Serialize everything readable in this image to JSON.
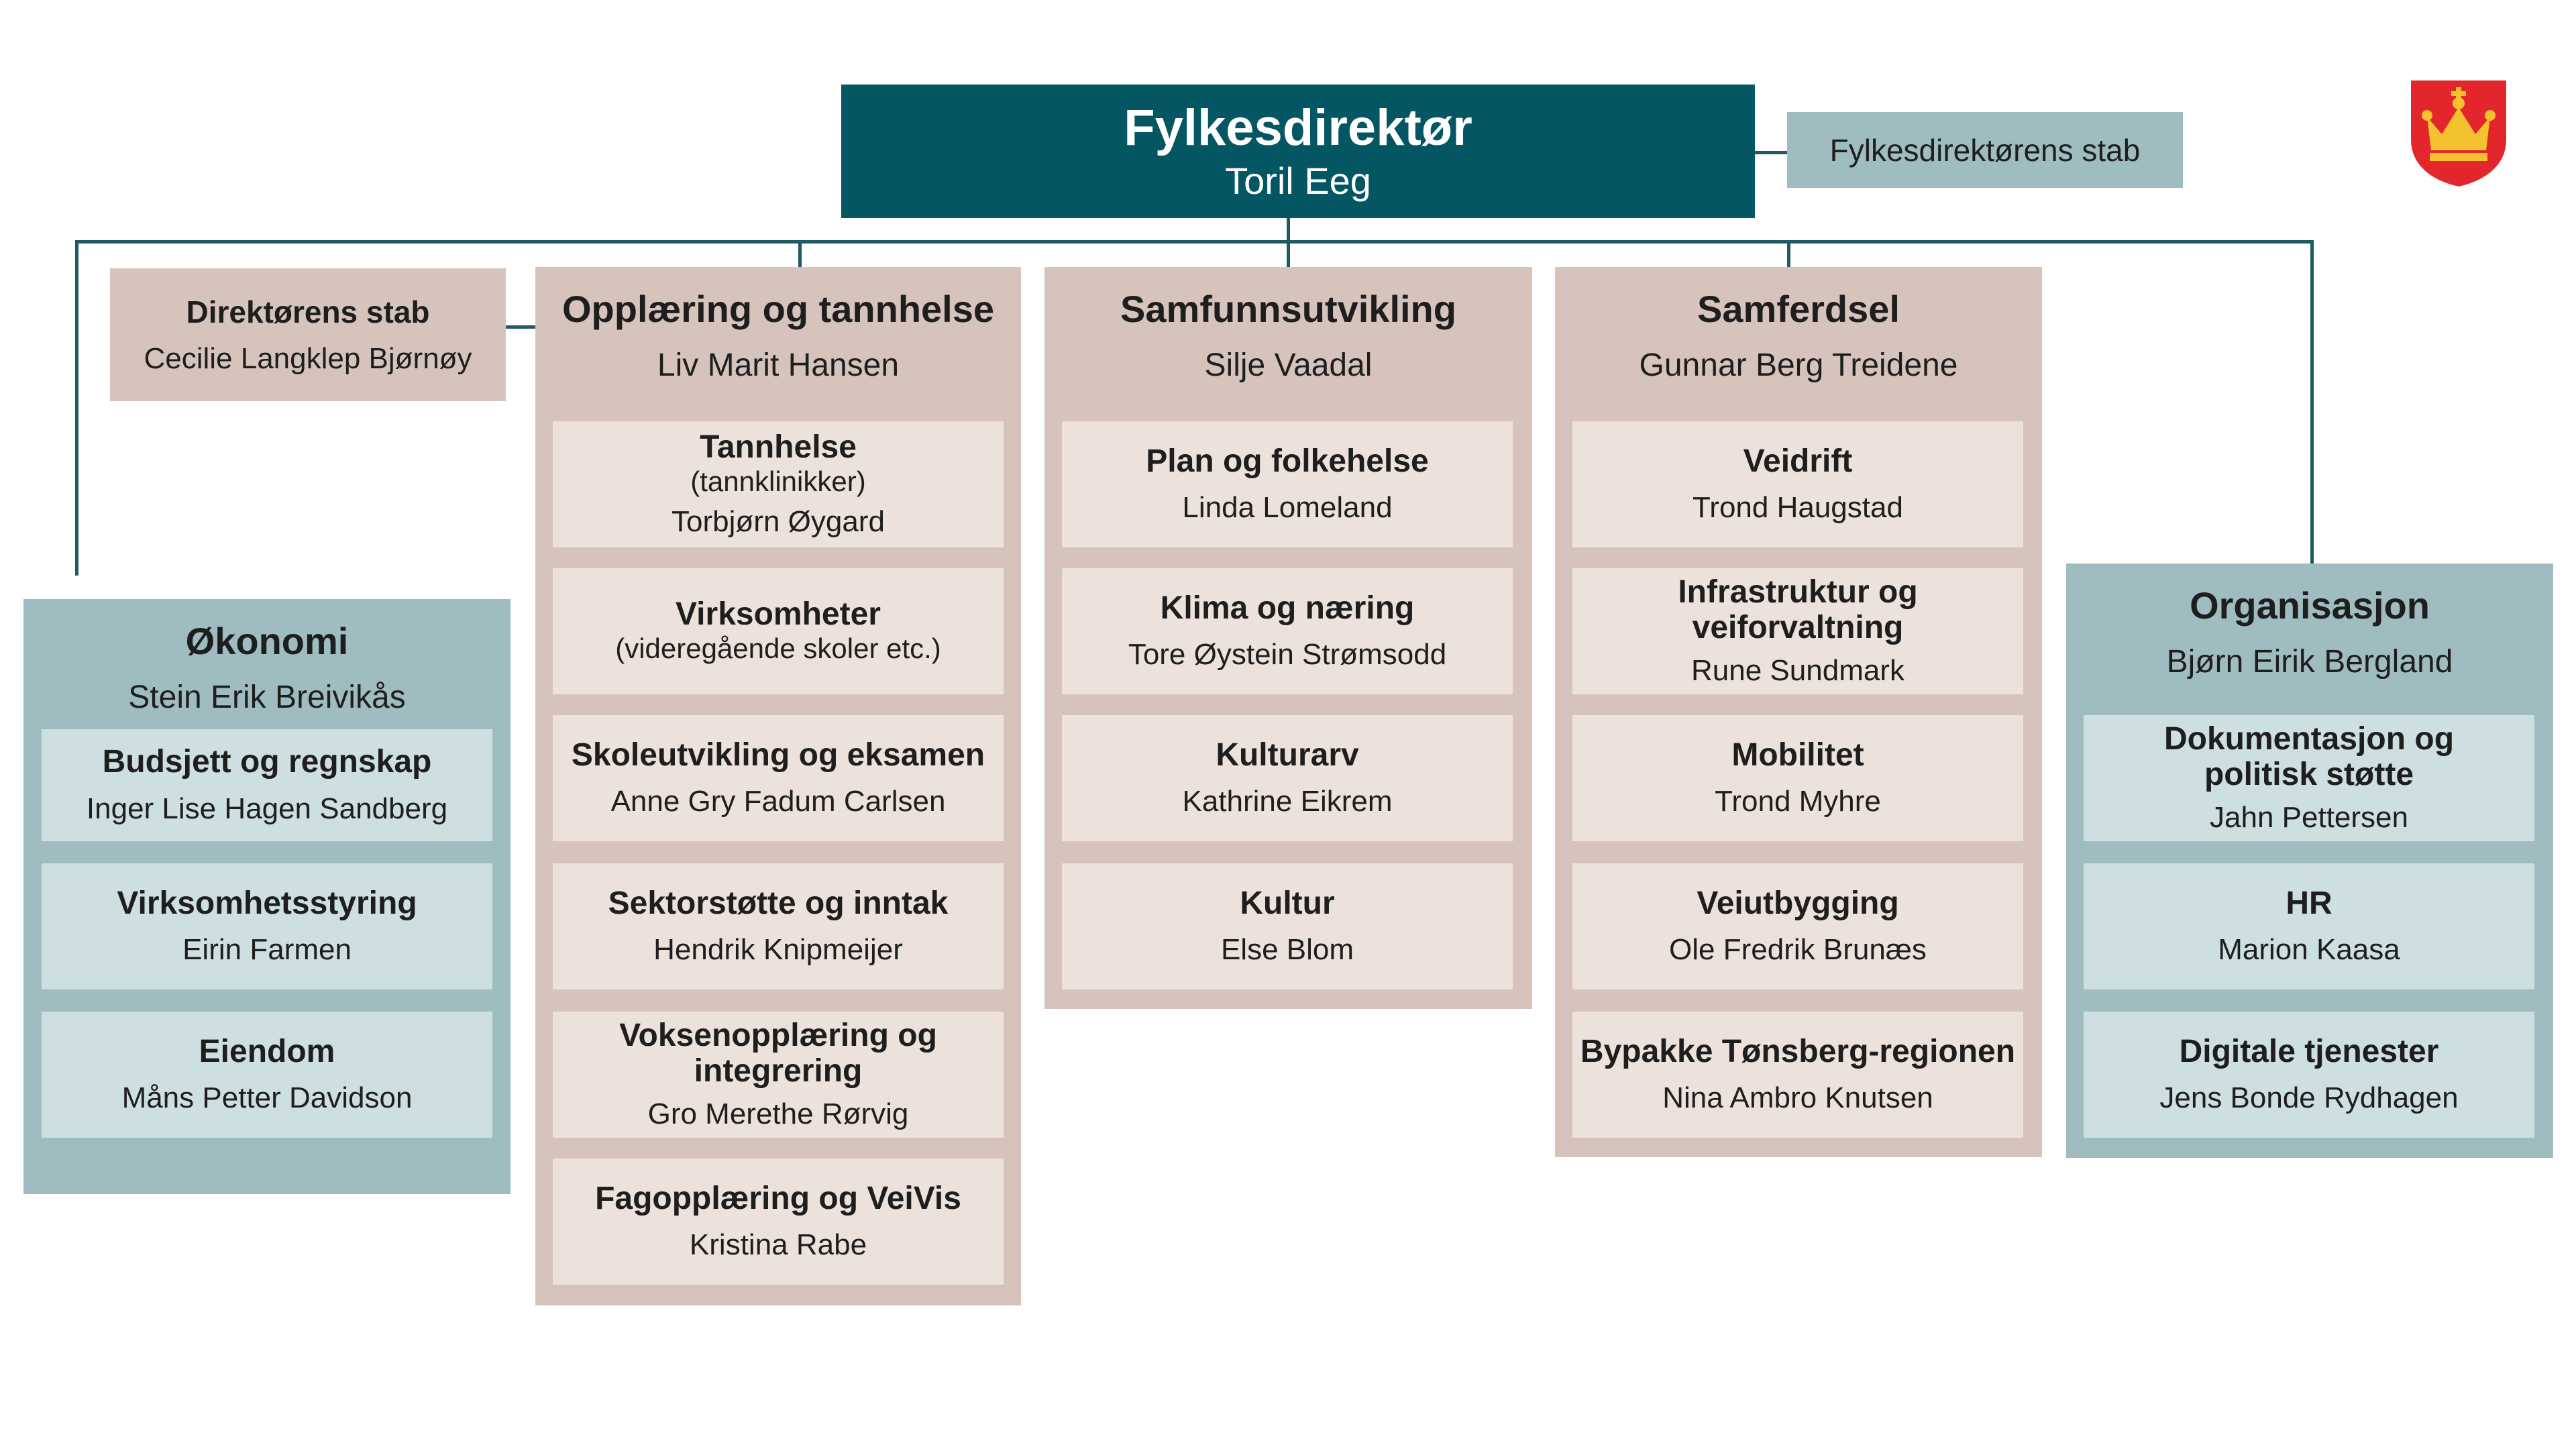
{
  "top": {
    "title": "Fylkesdirektør",
    "name": "Toril Eeg"
  },
  "stab": {
    "label": "Fylkesdirektørens stab"
  },
  "direktorens_stab": {
    "title": "Direktørens stab",
    "name": "Cecilie Langklep Bjørnøy"
  },
  "okonomi": {
    "title": "Økonomi",
    "name": "Stein Erik Breivikås",
    "units": [
      {
        "title": "Budsjett og regnskap",
        "name": "Inger Lise Hagen Sandberg"
      },
      {
        "title": "Virksomhetsstyring",
        "name": "Eirin Farmen"
      },
      {
        "title": "Eiendom",
        "name": "Måns Petter Davidson"
      }
    ]
  },
  "opplaering": {
    "title": "Opplæring og tannhelse",
    "name": "Liv Marit Hansen",
    "units": [
      {
        "title": "Tannhelse",
        "note": "(tannklinikker)",
        "name": "Torbjørn Øygard"
      },
      {
        "title": "Virksomheter",
        "note": "(videregående skoler etc.)",
        "name": ""
      },
      {
        "title": "Skoleutvikling og eksamen",
        "name": "Anne Gry Fadum Carlsen"
      },
      {
        "title": "Sektorstøtte og inntak",
        "name": "Hendrik Knipmeijer"
      },
      {
        "title": "Voksenopplæring og integrering",
        "name": "Gro Merethe Rørvig"
      },
      {
        "title": "Fagopplæring og VeiVis",
        "name": "Kristina Rabe"
      }
    ]
  },
  "samfunn": {
    "title": "Samfunnsutvikling",
    "name": "Silje Vaadal",
    "units": [
      {
        "title": "Plan og folkehelse",
        "name": "Linda Lomeland"
      },
      {
        "title": "Klima og næring",
        "name": "Tore Øystein Strømsodd"
      },
      {
        "title": "Kulturarv",
        "name": "Kathrine Eikrem"
      },
      {
        "title": "Kultur",
        "name": "Else Blom"
      }
    ]
  },
  "samferdsel": {
    "title": "Samferdsel",
    "name": "Gunnar Berg Treidene",
    "units": [
      {
        "title": "Veidrift",
        "name": "Trond Haugstad"
      },
      {
        "title": "Infrastruktur og veiforvaltning",
        "name": "Rune Sundmark"
      },
      {
        "title": "Mobilitet",
        "name": "Trond Myhre"
      },
      {
        "title": "Veiutbygging",
        "name": "Ole Fredrik Brunæs"
      },
      {
        "title": "Bypakke Tønsberg-regionen",
        "name": "Nina Ambro Knutsen"
      }
    ]
  },
  "organisasjon": {
    "title": "Organisasjon",
    "name": "Bjørn Eirik Bergland",
    "units": [
      {
        "title": "Dokumentasjon og politisk støtte",
        "name": "Jahn Pettersen"
      },
      {
        "title": "HR",
        "name": "Marion Kaasa"
      },
      {
        "title": "Digitale tjenester",
        "name": "Jens Bonde Rydhagen"
      }
    ]
  },
  "colors": {
    "primary": "#035662",
    "warm": "#d6c4bc",
    "warm_card": "#ede1dc",
    "cool": "#9fbdc1",
    "cool_card": "#cddfe1",
    "crest_red": "#e3262b",
    "crest_gold": "#f4c22f"
  },
  "icons": {
    "crest": "county-coat-of-arms-icon"
  }
}
